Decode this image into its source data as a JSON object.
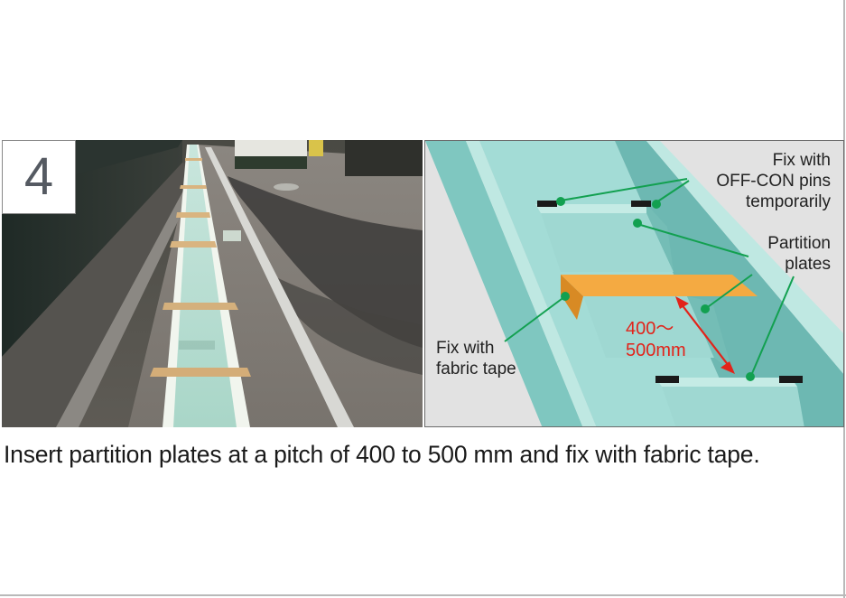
{
  "step": {
    "number": "4"
  },
  "diagram": {
    "labels": {
      "pins_line1": "Fix with",
      "pins_line2": "OFF-CON pins",
      "pins_line3": "temporarily",
      "partition_line1": "Partition",
      "partition_line2": "plates",
      "tape_line1": "Fix with",
      "tape_line2": "fabric tape",
      "pitch_line1": "400～",
      "pitch_line2": "500mm"
    },
    "colors": {
      "channel": "#a3dcd6",
      "channel_dark": "#6db8b2",
      "tape": "#f4aa42",
      "leader": "#12a050",
      "dimension": "#e2231a"
    }
  },
  "caption": "Insert partition plates at a pitch of 400 to 500 mm and fix with fabric tape."
}
